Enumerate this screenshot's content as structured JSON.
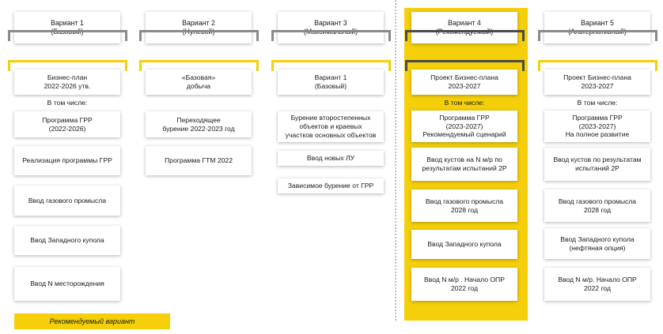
{
  "highlight_color": "#f5cf0a",
  "columns": [
    {
      "header": "Вариант 1\n(Базовый)",
      "plan": "Бизнес-план\n2022-2026 утв.",
      "subtitle": "В том числе:",
      "items": [
        "Программа ГРР\n(2022-2026)",
        "Реализация программы ГРР",
        "Ввод газового промысла",
        "Ввод Западного купола",
        "Ввод N месторождения"
      ]
    },
    {
      "header": "Вариант 2\n(Нулевой)",
      "plan": "«Базовая»\nдобыча",
      "items": [
        "Переходящее\nбурение 2022-2023 год",
        "Программа ГТМ 2022"
      ]
    },
    {
      "header": "Вариант 3\n(Максимальный)",
      "plan": "Вариант 1\n(Базовый)",
      "items": [
        "Бурение  второстепенных\nобъектов  и краевых\nучастков основных объектов",
        "Ввод новых ЛУ",
        "Зависимое бурение от ГРР"
      ]
    },
    {
      "header": "Вариант 4\n(Рекомендуемый)",
      "plan": "Проект Бизнес-плана\n2023-2027",
      "subtitle": "В том числе:",
      "items": [
        "Программа ГРР\n(2023-2027)\nРекомендуемый сценарий",
        "Ввод кустов на N м/р по\nрезультатам испытаний 2Р",
        "Ввод газового промысла\n2028 год",
        "Ввод Западного купола",
        "Ввод N м/р . Начало ОПР\n2022 год"
      ]
    },
    {
      "header": "Вариант 5\n(Альтернативный)",
      "plan": "Проект Бизнес-плана\n2023-2027",
      "subtitle": "В том числе:",
      "items": [
        "Программа ГРР\n(2023-2027)\nНа полное развитие",
        "Ввод кустов по результатам\nиспытаний 2Р",
        "Ввод газового промысла\n2028 год",
        "Ввод Западного купола\n(нефтяная опция)",
        "Ввод N м/р. Начало ОПР\n2022 год"
      ]
    }
  ],
  "legend": "Рекомендуемый вариант"
}
